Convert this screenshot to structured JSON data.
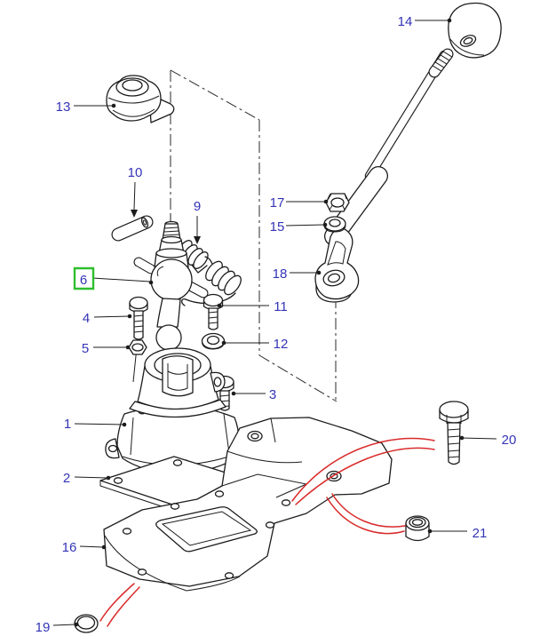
{
  "figure": {
    "kind": "exploded-parts-diagram",
    "selected_callout": "6",
    "colors": {
      "background": "#ffffff",
      "line": "#1c1c1c",
      "label": "#3434b8",
      "highlight_box": "#2ebe2e",
      "pointer_curve": "#d92a2a"
    },
    "callouts": {
      "1": {
        "label": "1"
      },
      "2": {
        "label": "2"
      },
      "3": {
        "label": "3"
      },
      "4": {
        "label": "4"
      },
      "5": {
        "label": "5"
      },
      "6": {
        "label": "6"
      },
      "9": {
        "label": "9"
      },
      "10": {
        "label": "10"
      },
      "11": {
        "label": "11"
      },
      "12": {
        "label": "12"
      },
      "13": {
        "label": "13"
      },
      "14": {
        "label": "14"
      },
      "15": {
        "label": "15"
      },
      "16": {
        "label": "16"
      },
      "17": {
        "label": "17"
      },
      "18": {
        "label": "18"
      },
      "19": {
        "label": "19"
      },
      "20": {
        "label": "20"
      },
      "21": {
        "label": "21"
      }
    }
  }
}
